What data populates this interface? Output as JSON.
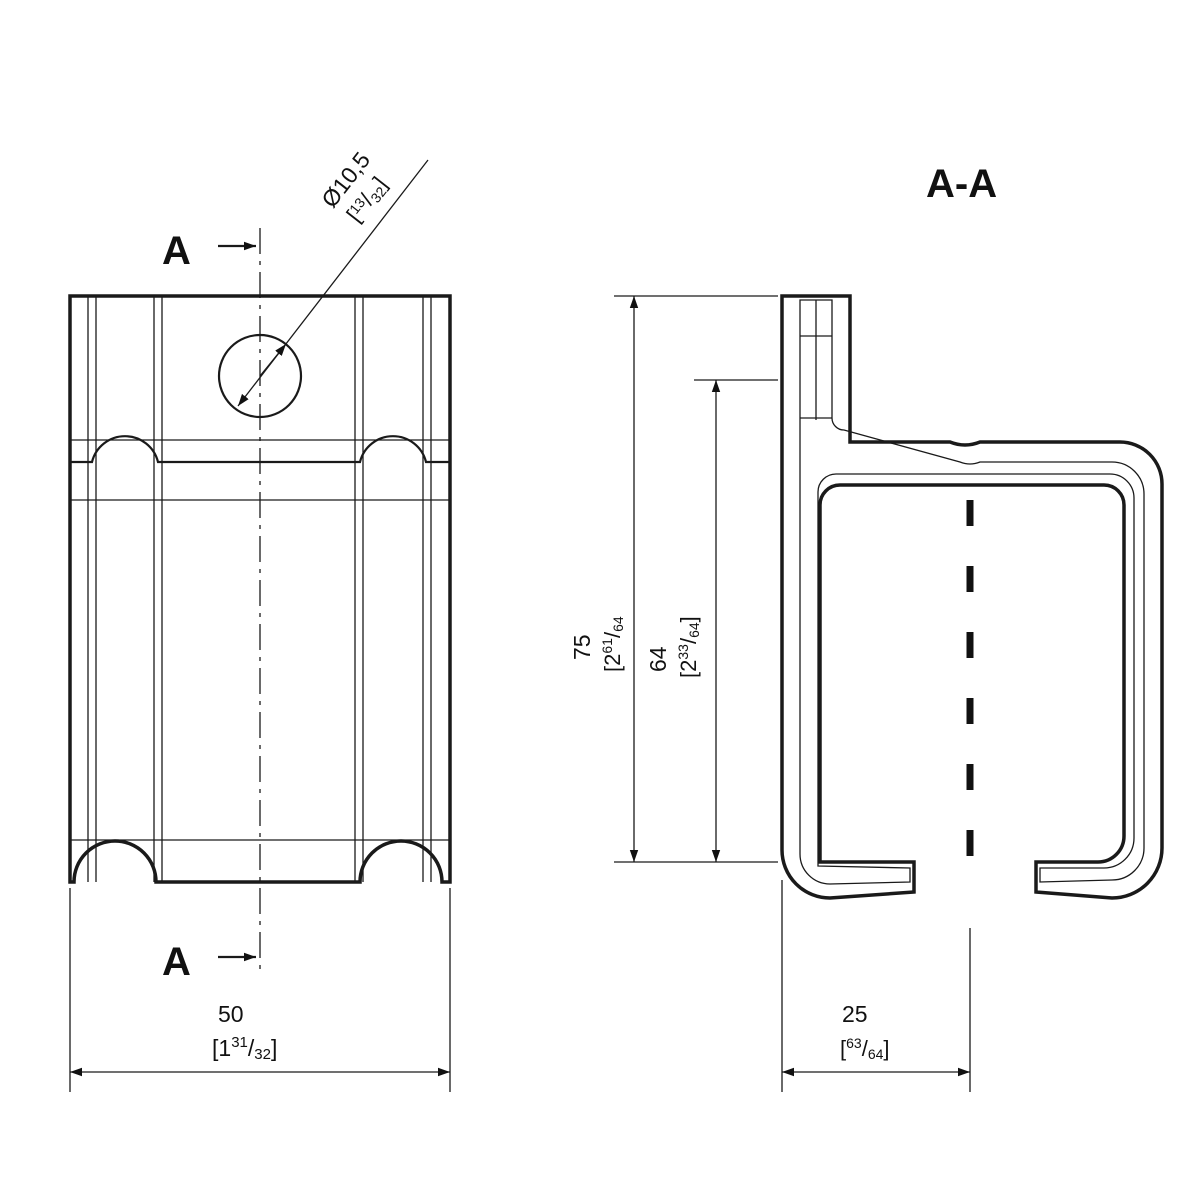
{
  "section_title": "A-A",
  "section_marker_top": "A",
  "section_marker_bottom": "A",
  "hole": {
    "value": "Ø10,5",
    "open": "[",
    "num": "13",
    "den": "32",
    "close": "]"
  },
  "width": {
    "value": "50",
    "open": "[",
    "whole": "1",
    "num": "31",
    "den": "32",
    "close": "]"
  },
  "height_total": {
    "value": "75",
    "open": "[",
    "whole": "2",
    "num": "61",
    "den": "64",
    "close": "]"
  },
  "height_inner": {
    "value": "64",
    "open": "[",
    "whole": "2",
    "num": "33",
    "den": "64",
    "close": "]"
  },
  "depth": {
    "value": "25",
    "open": "[",
    "num": "63",
    "den": "64",
    "close": "]"
  }
}
